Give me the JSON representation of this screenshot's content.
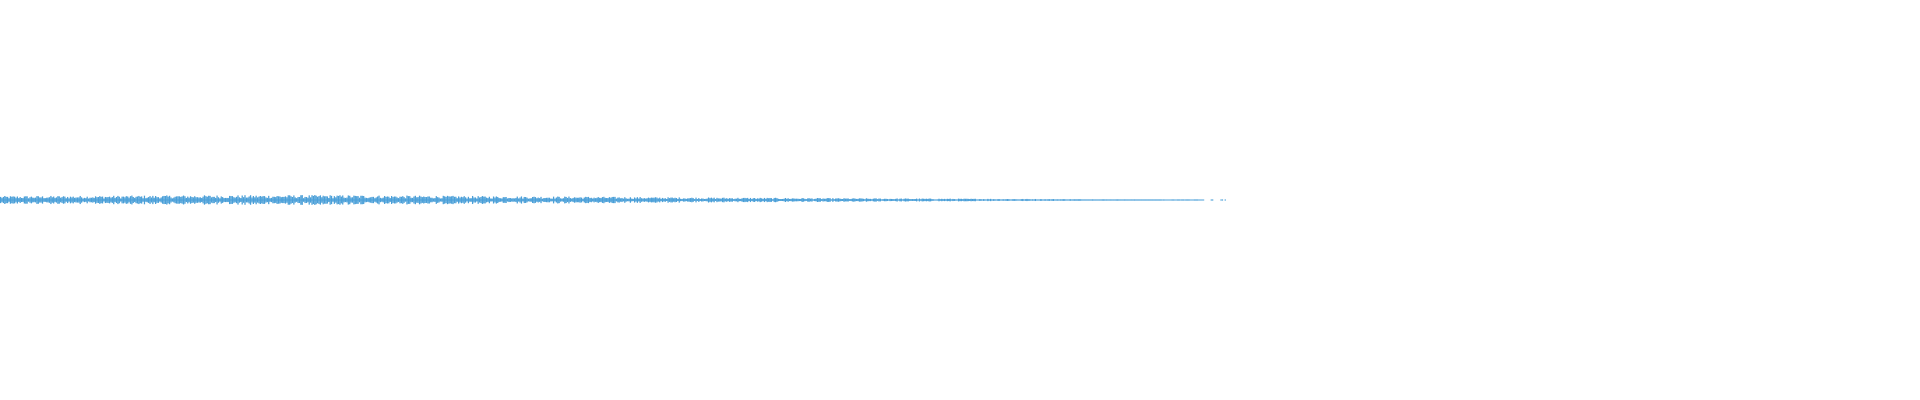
{
  "waveform": {
    "color": "#4a9fd8",
    "background": "#ffffff",
    "played_fraction": 0.64,
    "bar_count": 880,
    "peak_profile": [
      [
        0.0,
        0.8
      ],
      [
        0.05,
        0.85
      ],
      [
        0.1,
        0.95
      ],
      [
        0.17,
        1.0
      ],
      [
        0.25,
        0.8
      ],
      [
        0.3,
        0.7
      ],
      [
        0.35,
        0.55
      ],
      [
        0.4,
        0.45
      ],
      [
        0.45,
        0.35
      ],
      [
        0.5,
        0.28
      ],
      [
        0.55,
        0.2
      ],
      [
        0.6,
        0.12
      ],
      [
        0.62,
        0.06
      ],
      [
        0.64,
        0.03
      ]
    ]
  }
}
